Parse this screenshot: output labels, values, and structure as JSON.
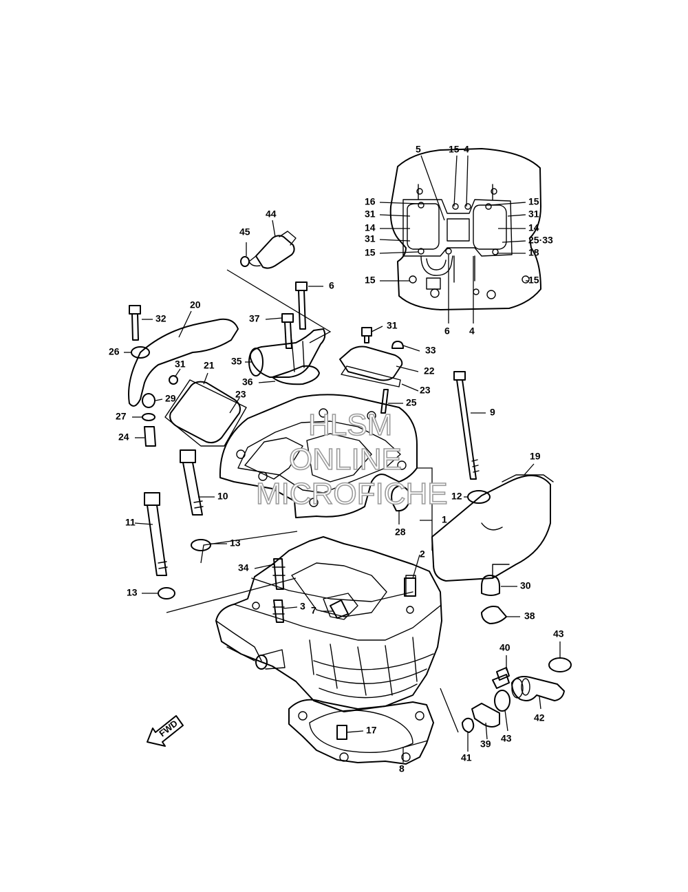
{
  "watermark": {
    "line1": "HLSM",
    "line2": "ONLINE",
    "line3": "MICROFICHE"
  },
  "direction_marker": "FWD",
  "callouts": [
    {
      "id": "c5",
      "text": "5"
    },
    {
      "id": "c15a",
      "text": "15"
    },
    {
      "id": "c4a",
      "text": "4"
    },
    {
      "id": "c16",
      "text": "16"
    },
    {
      "id": "c15b",
      "text": "15"
    },
    {
      "id": "c31a",
      "text": "31"
    },
    {
      "id": "c31b",
      "text": "31"
    },
    {
      "id": "c14a",
      "text": "14"
    },
    {
      "id": "c14b",
      "text": "14"
    },
    {
      "id": "c31c",
      "text": "31"
    },
    {
      "id": "c2533",
      "text": "25·33"
    },
    {
      "id": "c15c",
      "text": "15"
    },
    {
      "id": "c18",
      "text": "18"
    },
    {
      "id": "c15d",
      "text": "15"
    },
    {
      "id": "c15e",
      "text": "15"
    },
    {
      "id": "c6a",
      "text": "6"
    },
    {
      "id": "c4b",
      "text": "4"
    },
    {
      "id": "c44",
      "text": "44"
    },
    {
      "id": "c45",
      "text": "45"
    },
    {
      "id": "c6b",
      "text": "6"
    },
    {
      "id": "c20",
      "text": "20"
    },
    {
      "id": "c32",
      "text": "32"
    },
    {
      "id": "c37",
      "text": "37"
    },
    {
      "id": "c31d",
      "text": "31"
    },
    {
      "id": "c26",
      "text": "26"
    },
    {
      "id": "c35",
      "text": "35"
    },
    {
      "id": "c31e",
      "text": "31"
    },
    {
      "id": "c21",
      "text": "21"
    },
    {
      "id": "c33",
      "text": "33"
    },
    {
      "id": "c22",
      "text": "22"
    },
    {
      "id": "c36",
      "text": "36"
    },
    {
      "id": "c23a",
      "text": "23"
    },
    {
      "id": "c23b",
      "text": "23"
    },
    {
      "id": "c29",
      "text": "29"
    },
    {
      "id": "c25",
      "text": "25"
    },
    {
      "id": "c27",
      "text": "27"
    },
    {
      "id": "c9",
      "text": "9"
    },
    {
      "id": "c24",
      "text": "24"
    },
    {
      "id": "c19",
      "text": "19"
    },
    {
      "id": "c10",
      "text": "10"
    },
    {
      "id": "c12",
      "text": "12"
    },
    {
      "id": "c28",
      "text": "28"
    },
    {
      "id": "c1",
      "text": "1"
    },
    {
      "id": "c11",
      "text": "11"
    },
    {
      "id": "c13a",
      "text": "13"
    },
    {
      "id": "c2",
      "text": "2"
    },
    {
      "id": "c34",
      "text": "34"
    },
    {
      "id": "c30",
      "text": "30"
    },
    {
      "id": "c13b",
      "text": "13"
    },
    {
      "id": "c3",
      "text": "3"
    },
    {
      "id": "c7",
      "text": "7"
    },
    {
      "id": "c38",
      "text": "38"
    },
    {
      "id": "c43a",
      "text": "43"
    },
    {
      "id": "c40",
      "text": "40"
    },
    {
      "id": "c42",
      "text": "42"
    },
    {
      "id": "c43b",
      "text": "43"
    },
    {
      "id": "c17",
      "text": "17"
    },
    {
      "id": "c39",
      "text": "39"
    },
    {
      "id": "c41",
      "text": "41"
    },
    {
      "id": "c8",
      "text": "8"
    }
  ]
}
